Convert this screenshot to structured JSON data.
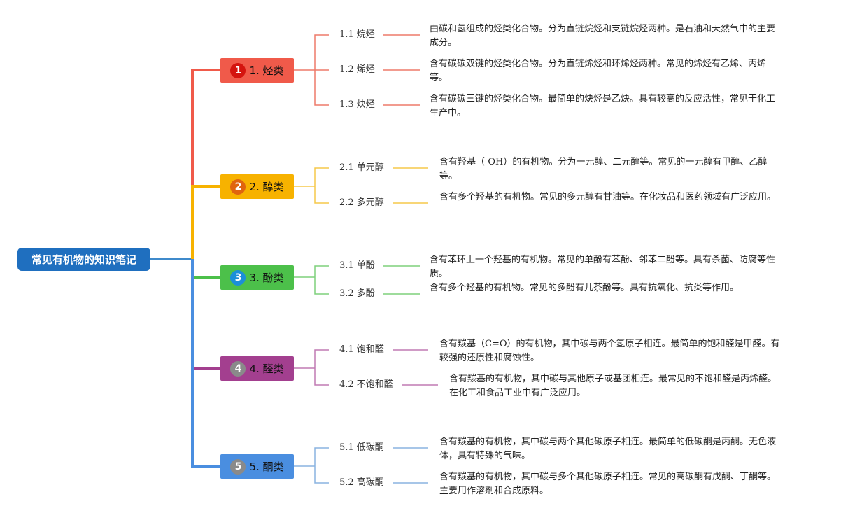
{
  "root": {
    "title": "常见有机物的知识笔记"
  },
  "categories": [
    {
      "badge": "1",
      "label": "1. 烃类",
      "color": "#f05a4a",
      "badge_color": "#d4140f",
      "line_color": "#ee7a6a",
      "children": [
        {
          "label": "1.1 烷烃",
          "desc": "由碳和氢组成的烃类化合物。分为直链烷烃和支链烷烃两种。是石油和天然气中的主要成分。"
        },
        {
          "label": "1.2 烯烃",
          "desc": "含有碳碳双键的烃类化合物。分为直链烯烃和环烯烃两种。常见的烯烃有乙烯、丙烯等。"
        },
        {
          "label": "1.3 炔烃",
          "desc": "含有碳碳三键的烃类化合物。最简单的炔烃是乙炔。具有较高的反应活性，常见于化工生产中。"
        }
      ]
    },
    {
      "badge": "2",
      "label": "2. 醇类",
      "color": "#f7b200",
      "badge_color": "#e0650f",
      "line_color": "#f5c84a",
      "children": [
        {
          "label": "2.1 单元醇",
          "desc": "含有羟基（-OH）的有机物。分为一元醇、二元醇等。常见的一元醇有甲醇、乙醇等。"
        },
        {
          "label": "2.2 多元醇",
          "desc": "含有多个羟基的有机物。常见的多元醇有甘油等。在化妆品和医药领域有广泛应用。"
        }
      ]
    },
    {
      "badge": "3",
      "label": "3. 酚类",
      "color": "#4cc04a",
      "badge_color": "#1c8fd8",
      "line_color": "#7ed07c",
      "children": [
        {
          "label": "3.1 单酚",
          "desc": "含有苯环上一个羟基的有机物。常见的单酚有苯酚、邻苯二酚等。具有杀菌、防腐等性质。"
        },
        {
          "label": "3.2 多酚",
          "desc": "含有多个羟基的有机物。常见的多酚有儿茶酚等。具有抗氧化、抗炎等作用。"
        }
      ]
    },
    {
      "badge": "4",
      "label": "4. 醛类",
      "color": "#a33f8f",
      "badge_color": "#8a8a8a",
      "line_color": "#c07ab4",
      "children": [
        {
          "label": "4.1 饱和醛",
          "desc": "含有羰基（C=O）的有机物，其中碳与两个氢原子相连。最简单的饱和醛是甲醛。有较强的还原性和腐蚀性。"
        },
        {
          "label": "4.2 不饱和醛",
          "desc": "含有羰基的有机物，其中碳与其他原子或基团相连。最常见的不饱和醛是丙烯醛。在化工和食品工业中有广泛应用。"
        }
      ]
    },
    {
      "badge": "5",
      "label": "5. 酮类",
      "color": "#4a8ee0",
      "badge_color": "#8a8a8a",
      "line_color": "#8ab4e0",
      "children": [
        {
          "label": "5.1 低碳酮",
          "desc": "含有羰基的有机物，其中碳与两个其他碳原子相连。最简单的低碳酮是丙酮。无色液体，具有特殊的气味。"
        },
        {
          "label": "5.2 高碳酮",
          "desc": "含有羰基的有机物，其中碳与多个其他碳原子相连。常见的高碳酮有戊酮、丁酮等。主要用作溶剂和合成原料。"
        }
      ]
    }
  ]
}
